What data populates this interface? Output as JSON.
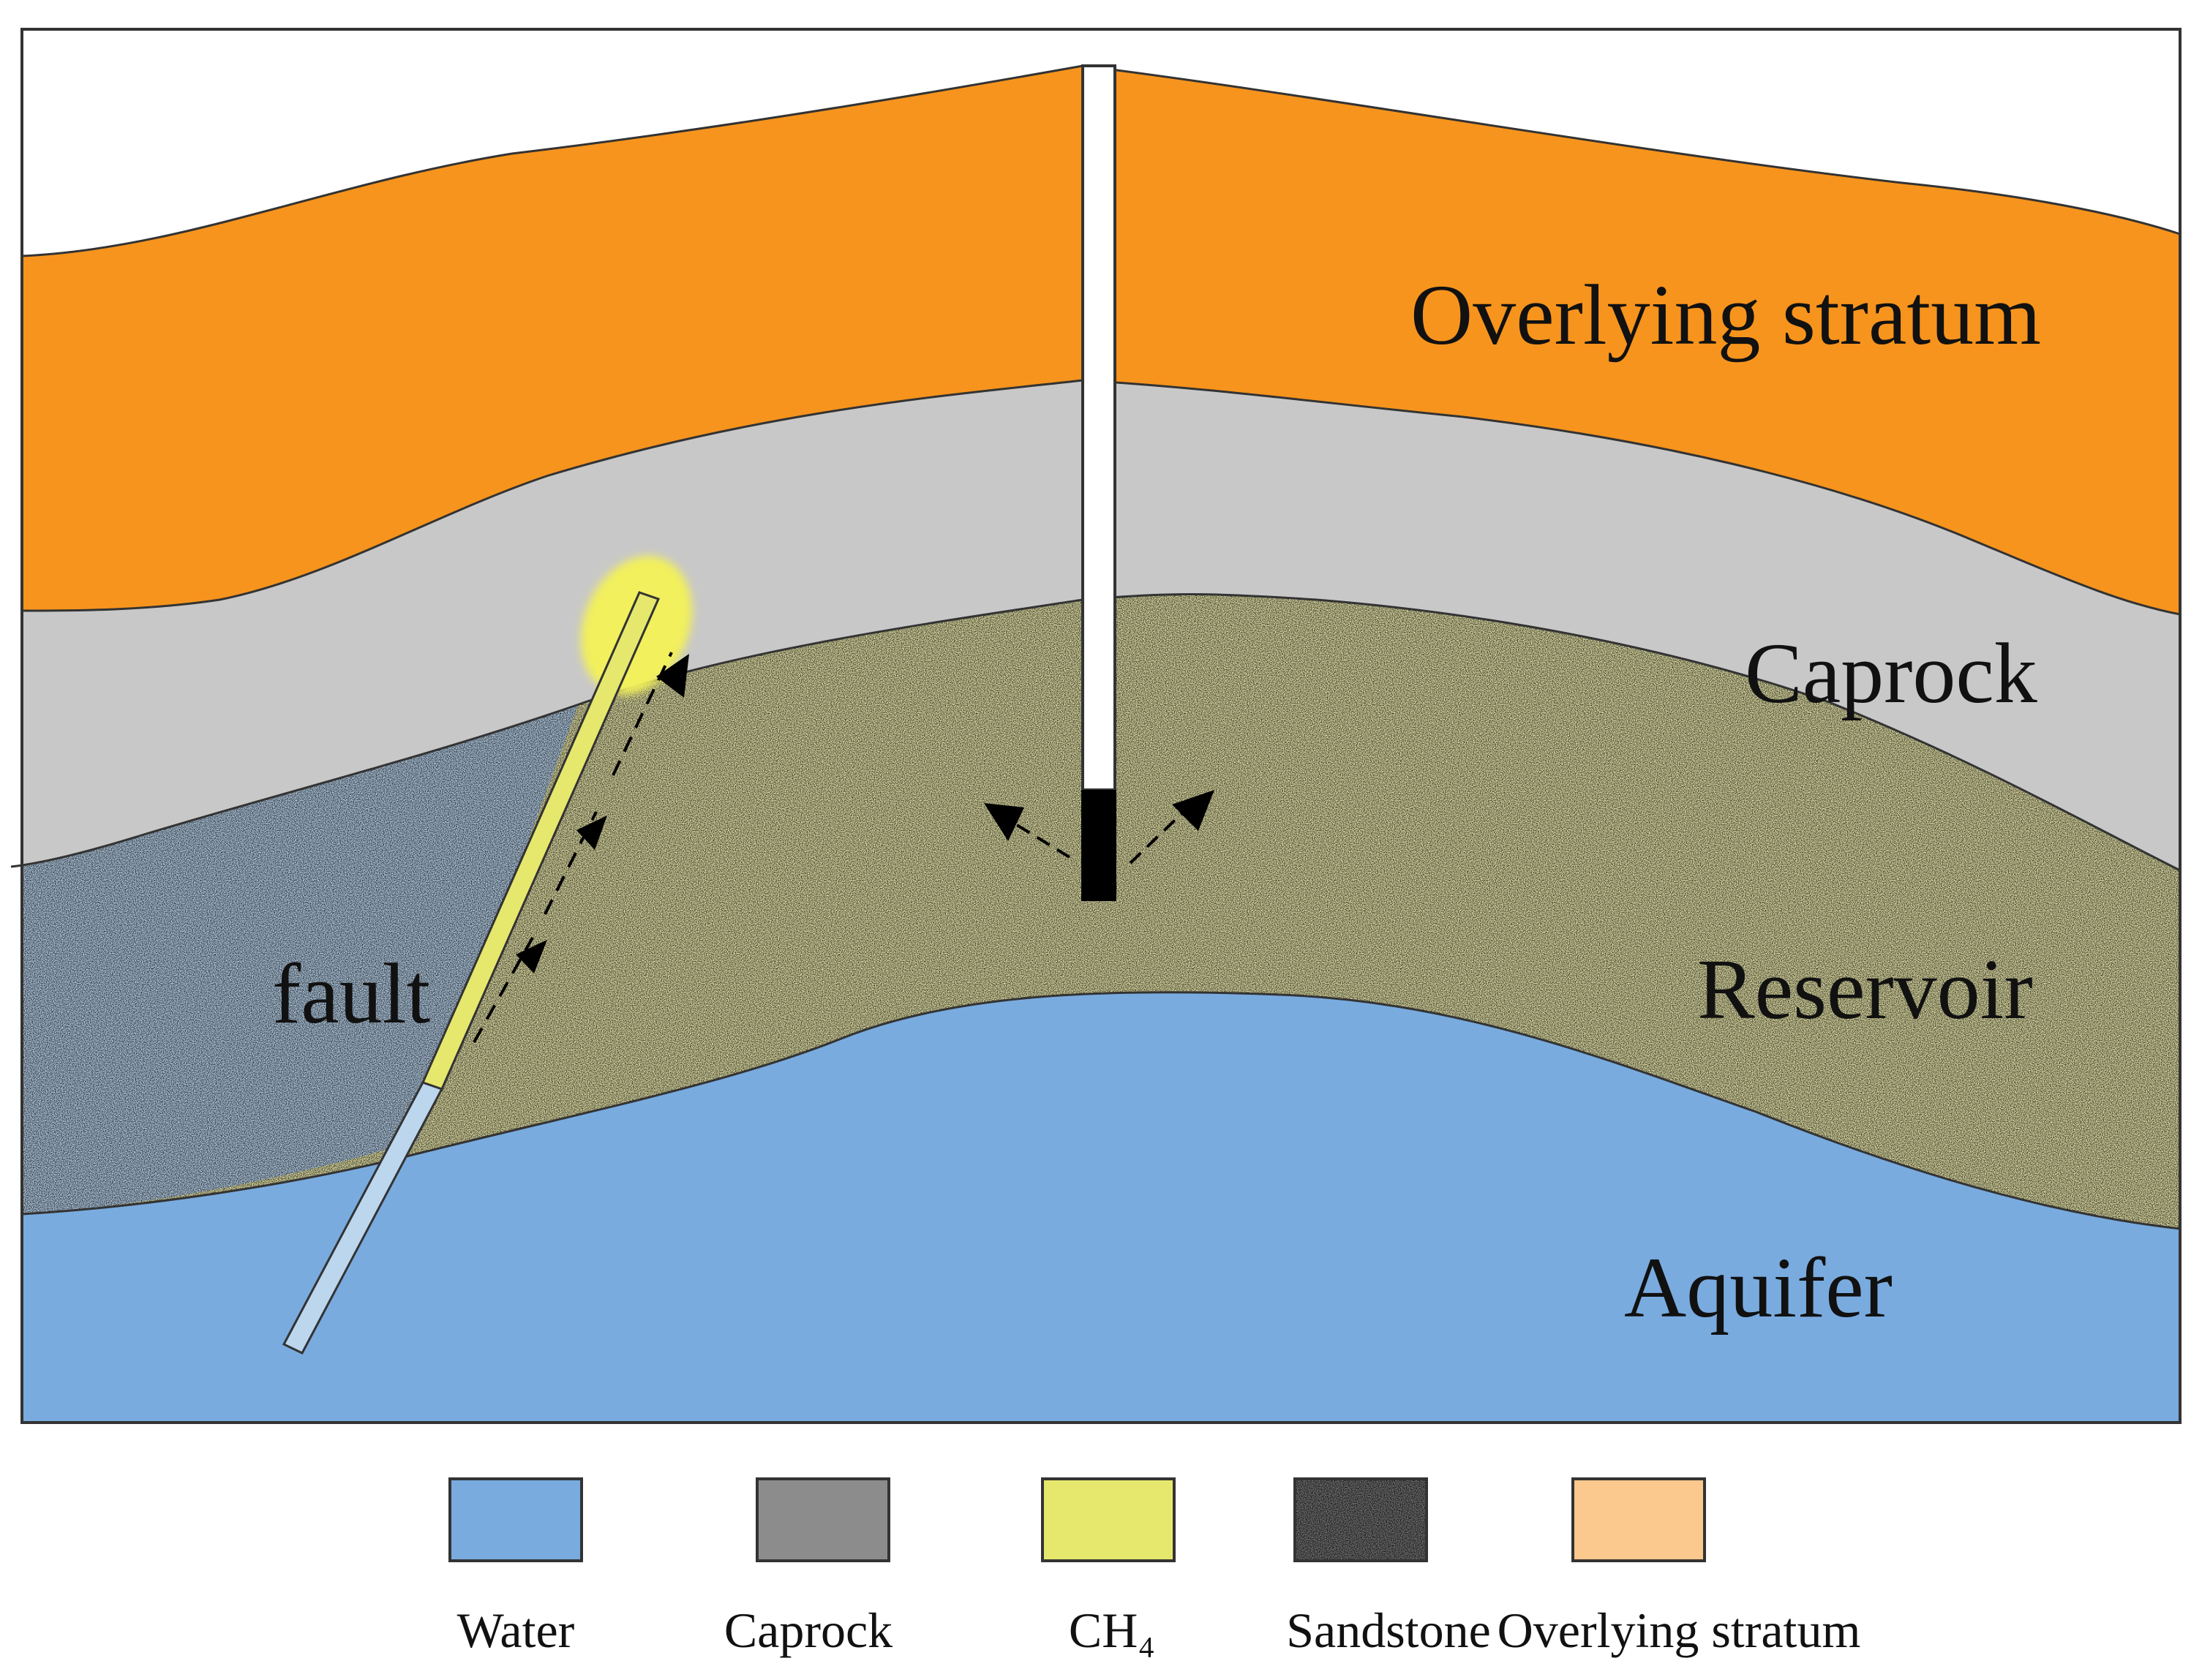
{
  "diagram": {
    "layers": {
      "overlying": {
        "label": "Overlying stratum",
        "color": "#F7941D"
      },
      "caprock": {
        "label": "Caprock",
        "color": "#C8C8C8"
      },
      "reservoir": {
        "label": "Reservoir",
        "color": "#EDEBAE"
      },
      "aquifer": {
        "label": "Aquifer",
        "color": "#79ABDF"
      }
    },
    "fault": {
      "label": "fault",
      "gas_color": "#E6E86E",
      "glow_color": "#F2F05C"
    },
    "sandstone_water_color": "#BCD6EE"
  },
  "legend": [
    {
      "label": "Water",
      "color": "#79ABDF"
    },
    {
      "label": "Caprock",
      "color": "#8C8C8C"
    },
    {
      "label": "CH₄",
      "color": "#E6E86E"
    },
    {
      "label": "Sandstone",
      "color": "#7A7A7A"
    },
    {
      "label": "Overlying stratum",
      "color": "#FBC88D"
    }
  ]
}
